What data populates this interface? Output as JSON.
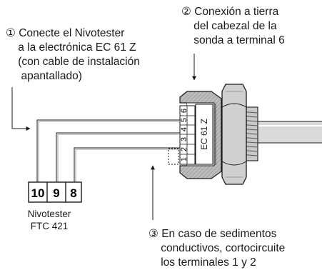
{
  "notes": {
    "note1": "① Conecte el Nivotester\n    a la electrónica EC 61 Z\n    (con cable de instalación\n     apantallado)",
    "note2": "② Conexión a tierra\n    del cabezal de la\n    sonda a terminal 6",
    "note3": "③ En caso de sedimentos\n    conductivos, cortocircuite\n    los terminales 1 y 2"
  },
  "nivotester": {
    "terminals": [
      "10",
      "9",
      "8"
    ],
    "label": "Nivotester\nFTC 421"
  },
  "probe": {
    "electronics_label": "EC 61 Z",
    "terminals": [
      "1",
      "2",
      "3",
      "4",
      "5",
      "6"
    ]
  }
}
